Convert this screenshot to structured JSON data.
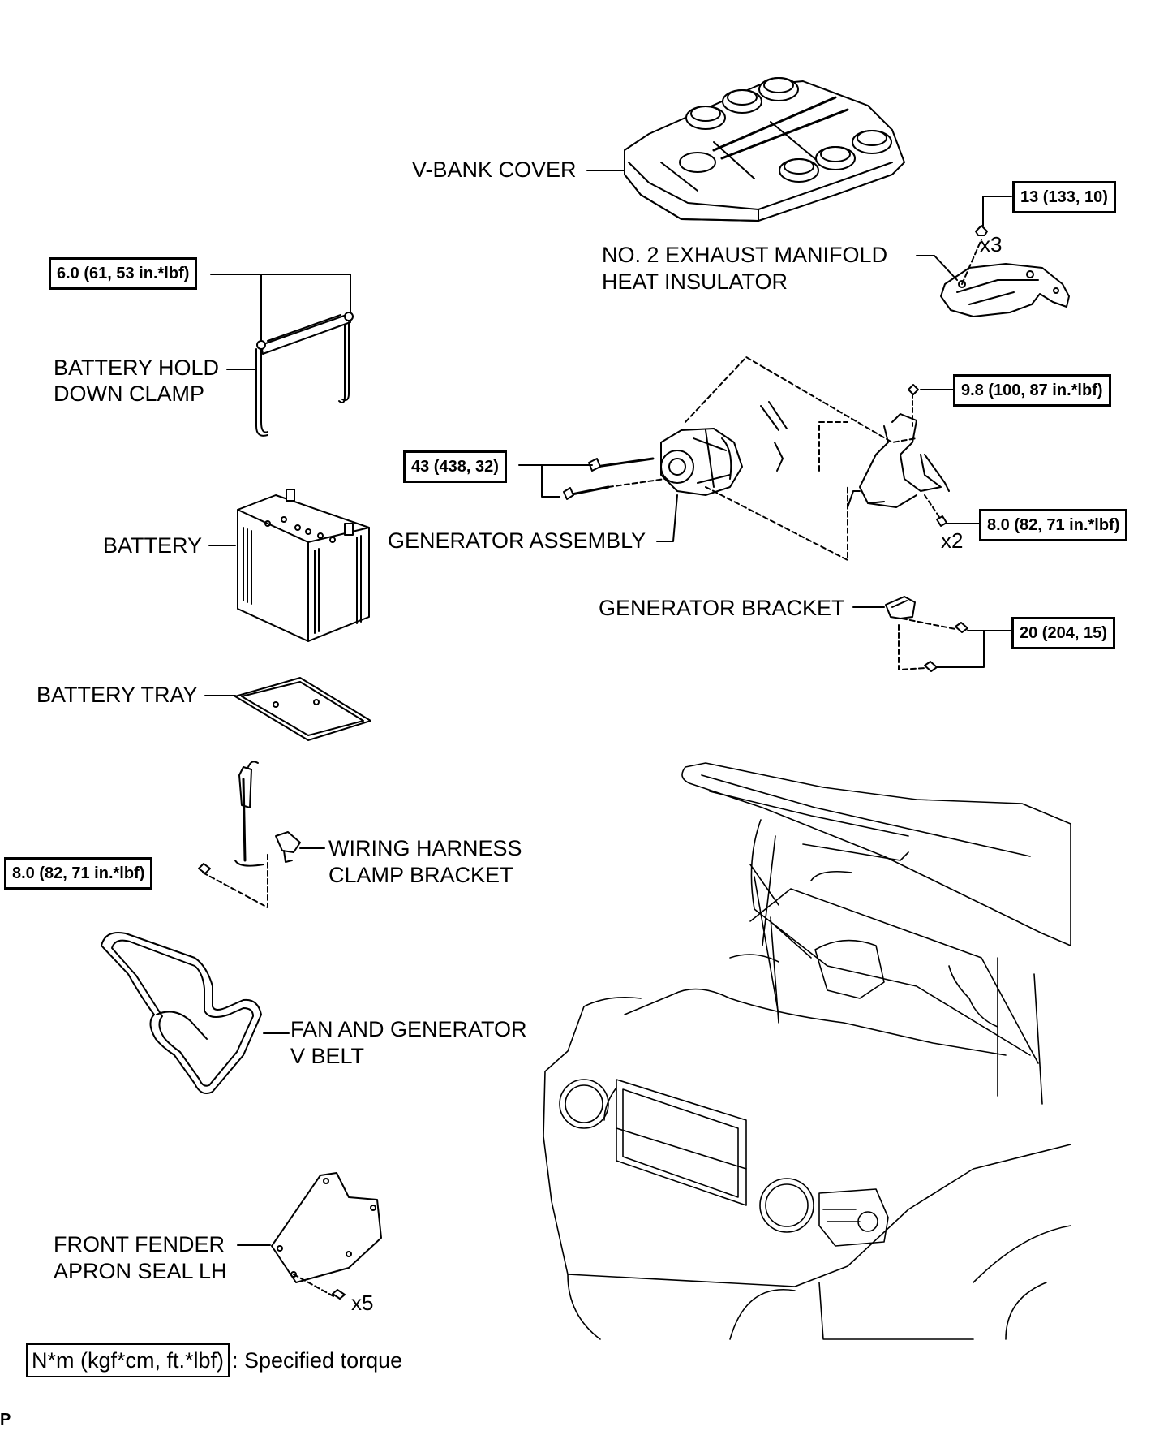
{
  "labels": {
    "v_bank_cover": "V-BANK COVER",
    "heat_insulator_1": "NO. 2 EXHAUST MANIFOLD",
    "heat_insulator_2": "HEAT INSULATOR",
    "hold_down_1": "BATTERY HOLD",
    "hold_down_2": "DOWN CLAMP",
    "battery": "BATTERY",
    "generator_assembly": "GENERATOR ASSEMBLY",
    "generator_bracket": "GENERATOR BRACKET",
    "battery_tray": "BATTERY TRAY",
    "harness_1": "WIRING HARNESS",
    "harness_2": "CLAMP BRACKET",
    "belt_1": "FAN AND GENERATOR",
    "belt_2": "V BELT",
    "apron_1": "FRONT FENDER",
    "apron_2": "APRON SEAL LH"
  },
  "torques": {
    "insulator": "13 (133, 10)",
    "hold_down": "6.0 (61, 53 in.*lbf)",
    "harness_nut": "9.8 (100, 87 in.*lbf)",
    "generator": "43 (438, 32)",
    "terminal": "8.0 (82, 71 in.*lbf)",
    "bracket": "20 (204, 15)",
    "clamp_bracket": "8.0 (82, 71 in.*lbf)"
  },
  "counts": {
    "insulator": "x3",
    "terminal": "x2",
    "apron": "x5"
  },
  "legend": {
    "unit": "N*m (kgf*cm, ft.*lbf)",
    "text": ": Specified torque"
  },
  "corner_mark": "P"
}
